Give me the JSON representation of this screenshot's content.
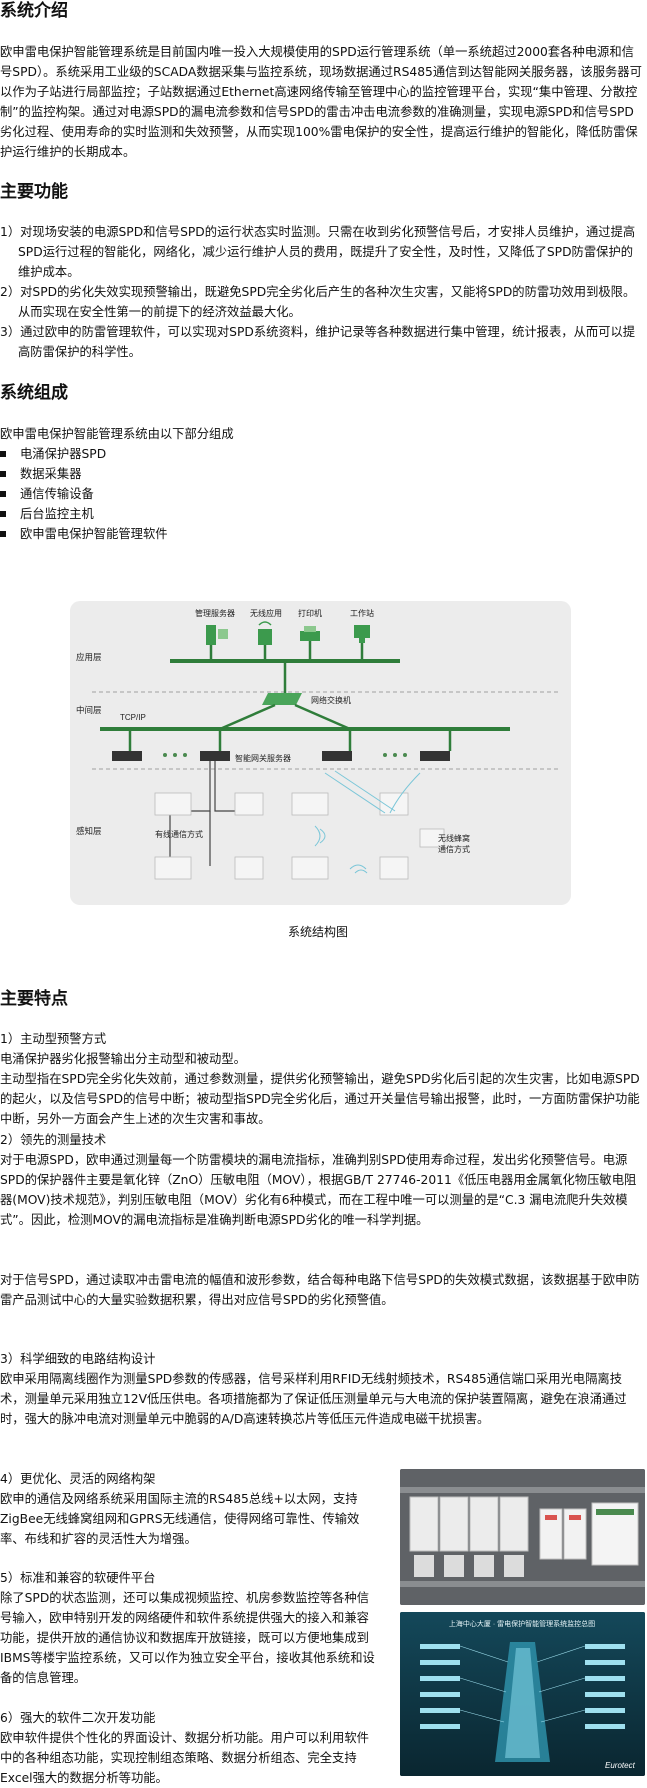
{
  "intro": {
    "title": "系统介绍",
    "body": "欧申雷电保护智能管理系统是目前国内唯一投入大规模使用的SPD运行管理系统（单一系统超过2000套各种电源和信号SPD）。系统采用工业级的SCADA数据采集与监控系统，现场数据通过RS485通信到达智能网关服务器，该服务器可以作为子站进行局部监控；子站数据通过Ethernet高速网络传输至管理中心的监控管理平台，实现“集中管理、分散控制”的监控构架。通过对电源SPD的漏电流参数和信号SPD的雷击冲击电流参数的准确测量，实现电源SPD和信号SPD劣化过程、使用寿命的实时监测和失效预警，从而实现100%雷电保护的安全性，提高运行维护的智能化，降低防雷保护运行维护的长期成本。"
  },
  "functions": {
    "title": "主要功能",
    "items": [
      "1）对现场安装的电源SPD和信号SPD的运行状态实时监测。只需在收到劣化预警信号后，才安排人员维护，通过提高SPD运行过程的智能化，网络化，减少运行维护人员的费用，既提升了安全性，及时性，又降低了SPD防雷保护的维护成本。",
      "2）对SPD的劣化失效实现预警输出，既避免SPD完全劣化后产生的各种次生灾害，又能将SPD的防雷功效用到极限。从而实现在安全性第一的前提下的经济效益最大化。",
      "3）通过欧申的防雷管理软件，可以实现对SPD系统资料，维护记录等各种数据进行集中管理，统计报表，从而可以提高防雷保护的科学性。"
    ]
  },
  "composition": {
    "title": "系统组成",
    "intro": "欧申雷电保护智能管理系统由以下部分组成",
    "items": [
      "电涌保护器SPD",
      "数据采集器",
      "通信传输设备",
      "后台监控主机",
      "欧申雷电保护智能管理软件"
    ]
  },
  "diagram": {
    "layers": {
      "app": "应用层",
      "mid": "中间层",
      "sense": "感知层"
    },
    "devices": {
      "server": "管理服务器",
      "wireless": "无线应用",
      "printer": "打印机",
      "workstation": "工作站"
    },
    "switch": "网络交换机",
    "tcpip": "TCP/IP",
    "gateway": "智能网关服务器",
    "wired": "有线通信方式",
    "honeycomb_1": "无线蜂窝",
    "honeycomb_2": "通信方式",
    "caption": "系统结构图"
  },
  "features": {
    "title": "主要特点",
    "f1": {
      "head": "1）主动型预警方式",
      "p1": "电涌保护器劣化报警输出分主动型和被动型。",
      "p2": "主动型指在SPD完全劣化失效前，通过参数测量，提供劣化预警输出，避免SPD劣化后引起的次生灾害，比如电源SPD的起火，以及信号SPD的信号中断；被动型指SPD完全劣化后，通过开关量信号输出报警，此时，一方面防雷保护功能中断，另外一方面会产生上述的次生灾害和事故。"
    },
    "f2": {
      "head": "2）领先的测量技术",
      "p1": "对于电源SPD，欧申通过测量每一个防雷模块的漏电流指标，准确判别SPD使用寿命过程，发出劣化预警信号。电源SPD的保护器件主要是氧化锌（ZnO）压敏电阻（MOV），根据GB/T 27746-2011《低压电器用金属氧化物压敏电阻器(MOV)技术规范》，判别压敏电阻（MOV）劣化有6种模式，而在工程中唯一可以测量的是“C.3 漏电流爬升失效模式”。因此，检测MOV的漏电流指标是准确判断电源SPD劣化的唯一科学判据。",
      "p2": "对于信号SPD，通过读取冲击雷电流的幅值和波形参数，结合每种电路下信号SPD的失效模式数据，该数据基于欧申防雷产品测试中心的大量实验数据积累，得出对应信号SPD的劣化预警值。"
    },
    "f3": {
      "head": "3）科学细致的电路结构设计",
      "p1": "欧申采用隔离线圈作为测量SPD参数的传感器，信号采样利用RFID无线射频技术，RS485通信端口采用光电隔离技术，测量单元采用独立12V低压供电。各项措施都为了保证低压测量单元与大电流的保护装置隔离，避免在浪涌通过时，强大的脉冲电流对测量单元中脆弱的A/D高速转换芯片等低压元件造成电磁干扰损害。"
    },
    "f4": {
      "head": "4）更优化、灵活的网络构架",
      "p1": "欧申的通信及网络系统采用国际主流的RS485总线+以太网，支持ZigBee无线蜂窝组网和GPRS无线通信，使得网络可靠性、传输效率、布线和扩容的灵活性大为增强。"
    },
    "f5": {
      "head": "5）标准和兼容的软硬件平台",
      "p1": "除了SPD的状态监测，还可以集成视频监控、机房参数监控等各种信号输入，欧申特别开发的网络硬件和软件系统提供强大的接入和兼容功能，提供开放的通信协议和数据库开放链接，既可以方便地集成到IBMS等楼宇监控系统，又可以作为独立安全平台，接收其他系统和设备的信息管理。"
    },
    "f6": {
      "head": "6）强大的软件二次开发功能",
      "p1": "欧申软件提供个性化的界面设计、数据分析功能。用户可以利用软件中的各种组态功能，实现控制组态策略、数据分析组态、完全支持Excel强大的数据分析等功能。"
    }
  },
  "photo2": {
    "banner": "上海中心大厦 · 雷电保护智能管理系统监控总图",
    "brand": "Eurotect"
  }
}
